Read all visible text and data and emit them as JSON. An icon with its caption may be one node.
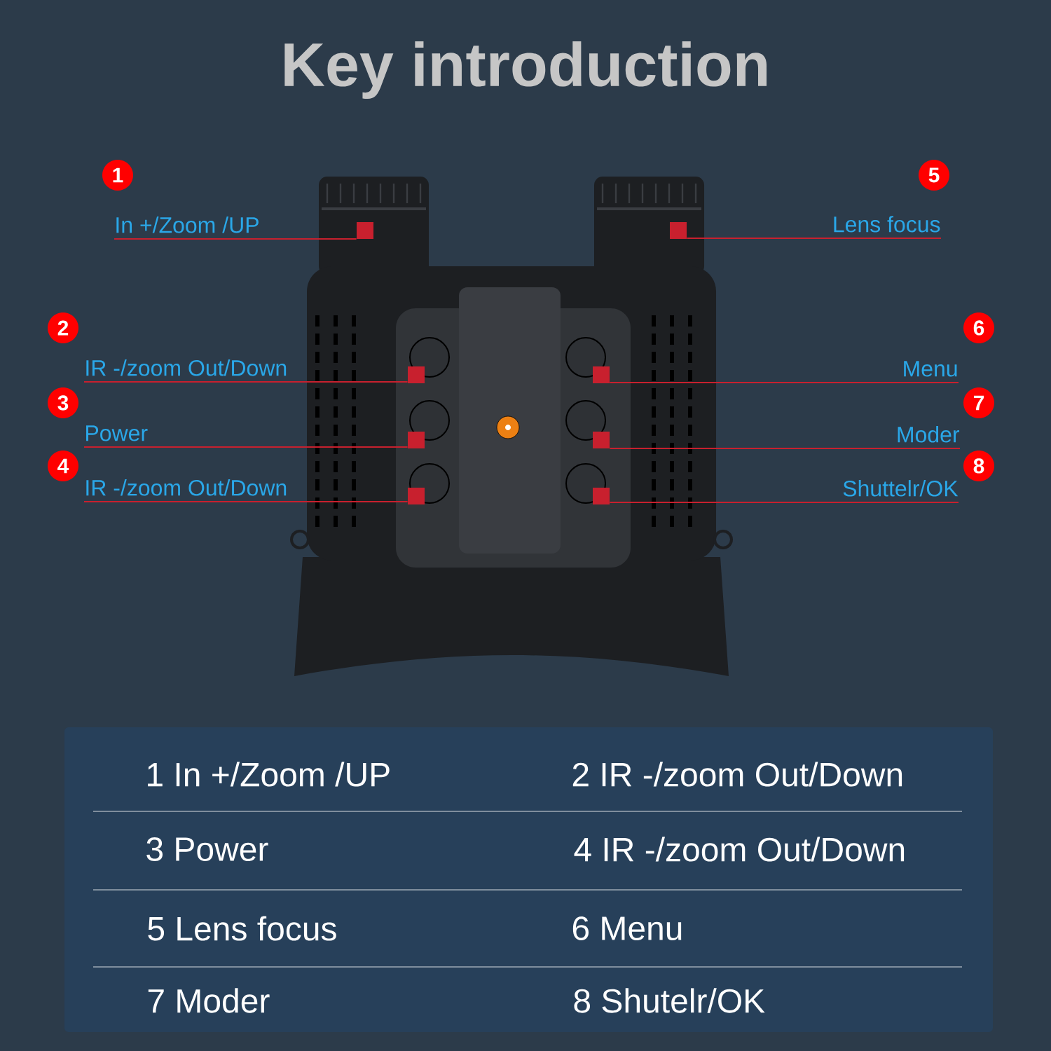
{
  "diagram": {
    "title": "Key introduction",
    "nodes": [
      {
        "text": [
          "In +/Zoom /UP"
        ],
        "beside": [
          "1"
        ]
      },
      {
        "text": [
          "IR -/zoom Out/Down"
        ],
        "beside": [
          "2"
        ]
      },
      {
        "text": [
          "Power"
        ],
        "beside": [
          "3"
        ]
      },
      {
        "text": [
          "IR -/zoom Out/Down"
        ],
        "beside": [
          "4"
        ]
      },
      {
        "text": [
          "Lens focus"
        ],
        "beside": [
          "5"
        ]
      },
      {
        "text": [
          "Menu"
        ],
        "beside": [
          "6"
        ]
      },
      {
        "text": [
          "Moder"
        ],
        "beside": [
          "7"
        ]
      },
      {
        "text": [
          "Shuttelr/OK"
        ],
        "beside": [
          "8"
        ]
      },
      {
        "text": [],
        "shape": "box"
      },
      {
        "text": [],
        "shape": "box"
      },
      {
        "text": [],
        "shape": "box"
      },
      {
        "text": [],
        "shape": "box"
      },
      {
        "text": [],
        "shape": "box"
      },
      {
        "text": [],
        "shape": "box"
      },
      {
        "text": [],
        "shape": "box"
      },
      {
        "text": [],
        "shape": "box"
      }
    ],
    "edges": [
      {
        "from": 0,
        "to": 8,
        "arrow": "none"
      },
      {
        "from": 1,
        "to": 9,
        "arrow": "none"
      },
      {
        "from": 2,
        "to": 10,
        "arrow": "none"
      },
      {
        "from": 3,
        "to": 11,
        "arrow": "none"
      },
      {
        "from": 4,
        "to": 12,
        "arrow": "none"
      },
      {
        "from": 5,
        "to": 13,
        "arrow": "none"
      },
      {
        "from": 6,
        "to": 14,
        "arrow": "none"
      },
      {
        "from": 7,
        "to": 15,
        "arrow": "none"
      }
    ],
    "labels": [
      "1 In +/Zoom /UP",
      "2 IR -/zoom Out/Down",
      "3 Power",
      "4 IR -/zoom Out/Down",
      "5 Lens focus",
      "6 Menu",
      "7 Moder",
      "8 Shutelr/OK"
    ]
  }
}
